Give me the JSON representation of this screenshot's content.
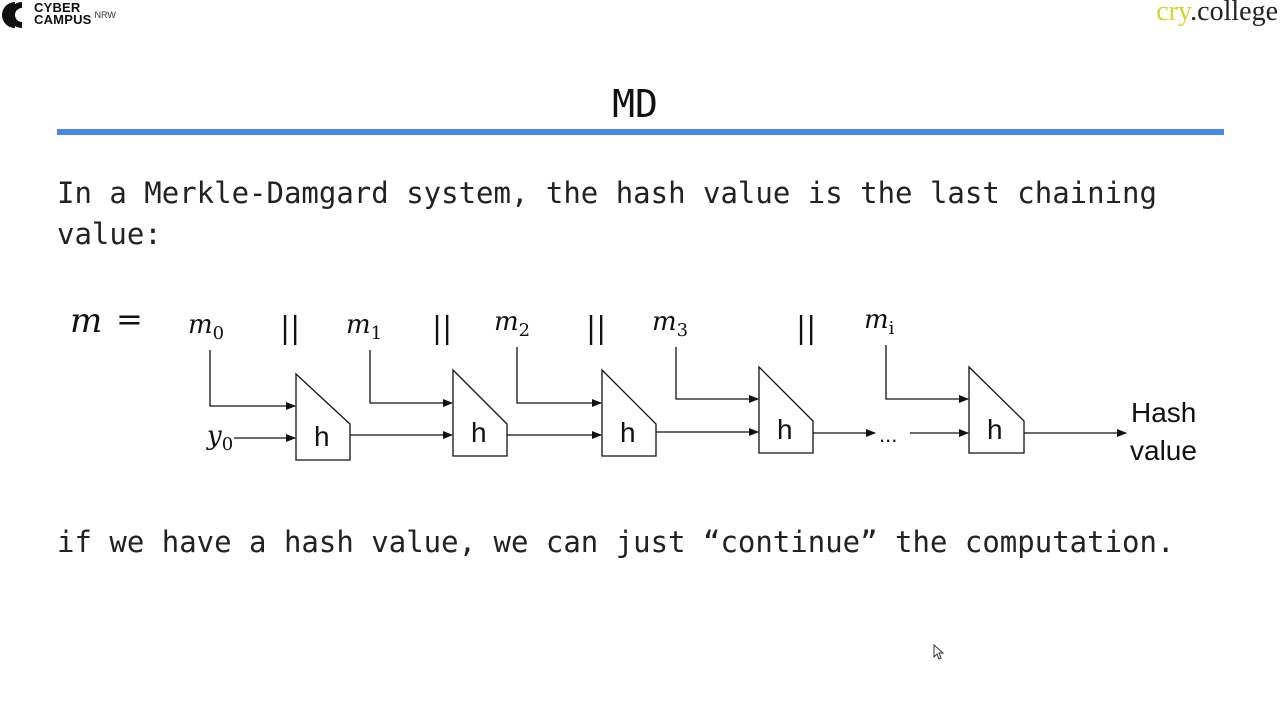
{
  "header": {
    "logo_line1": "CYBER",
    "logo_line2": "CAMPUS",
    "logo_suffix": "NRW",
    "brand_part1": "cry",
    "brand_part2": ".college",
    "accent_color": "#d9d22e"
  },
  "slide": {
    "title": "MD",
    "rule_color": "#4a86e8",
    "intro": "In a Merkle-Damgard system, the hash value is the last chaining value:",
    "conclusion": "if we have a hash value, we can just “continue” the computation."
  },
  "diagram": {
    "m_lhs": "m",
    "equals": "=",
    "blocks": [
      {
        "base": "m",
        "sub": "0"
      },
      {
        "base": "m",
        "sub": "1"
      },
      {
        "base": "m",
        "sub": "2"
      },
      {
        "base": "m",
        "sub": "3"
      },
      {
        "base": "m",
        "sub": "i"
      }
    ],
    "concat": "||",
    "iv": {
      "base": "y",
      "sub": "0"
    },
    "h_label": "h",
    "ellipsis": "...",
    "output_line1": "Hash",
    "output_line2": "value"
  }
}
